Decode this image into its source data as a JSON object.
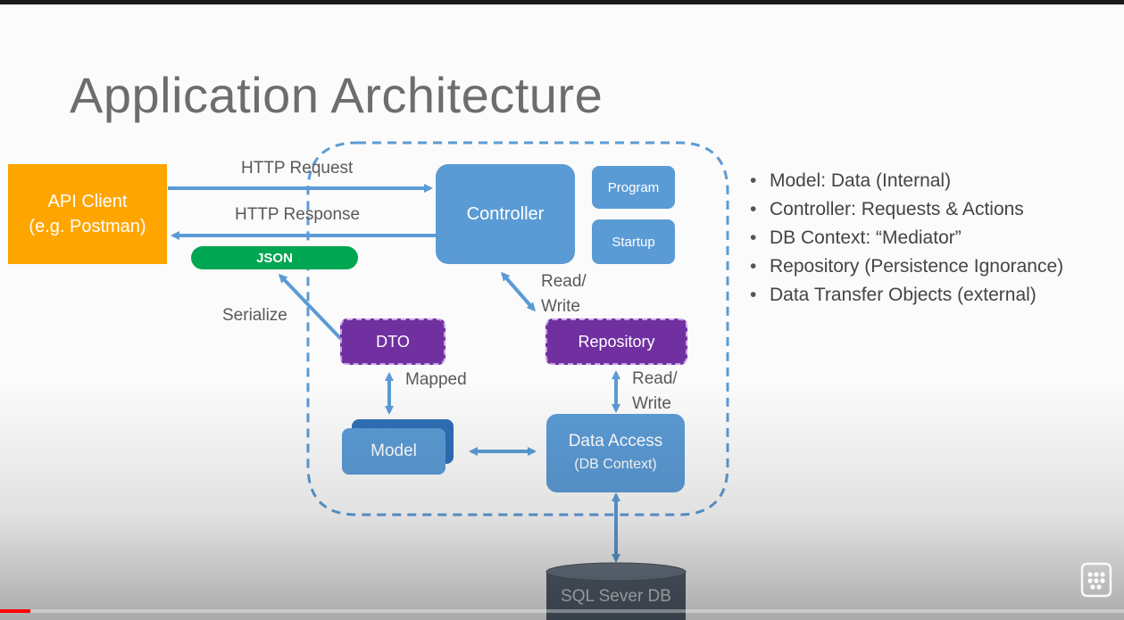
{
  "slide": {
    "title": "Application Architecture"
  },
  "diagram": {
    "api_client": {
      "line1": "API Client",
      "line2": "(e.g. Postman)"
    },
    "http_request": "HTTP Request",
    "http_response": "HTTP Response",
    "json": "JSON",
    "controller": "Controller",
    "program": "Program",
    "startup": "Startup",
    "read_write_1": {
      "line1": "Read/",
      "line2": "Write"
    },
    "serialize": "Serialize",
    "dto": "DTO",
    "repository": "Repository",
    "mapped": "Mapped",
    "read_write_2": {
      "line1": "Read/",
      "line2": "Write"
    },
    "model": "Model",
    "data_access": {
      "line1": "Data Access",
      "line2": "(DB Context)"
    },
    "database": "SQL Sever DB"
  },
  "bullets": [
    "Model: Data (Internal)",
    "Controller: Requests & Actions",
    "DB Context: “Mediator”",
    "Repository (Persistence Ignorance)",
    "Data Transfer Objects (external)"
  ],
  "colors": {
    "api_client": "#ffa500",
    "component_blue": "#5b9bd5",
    "dto_purple": "#7030a0",
    "json_green": "#00a651",
    "arrow": "#5b9bd5"
  },
  "player": {
    "progress": 0.027
  }
}
